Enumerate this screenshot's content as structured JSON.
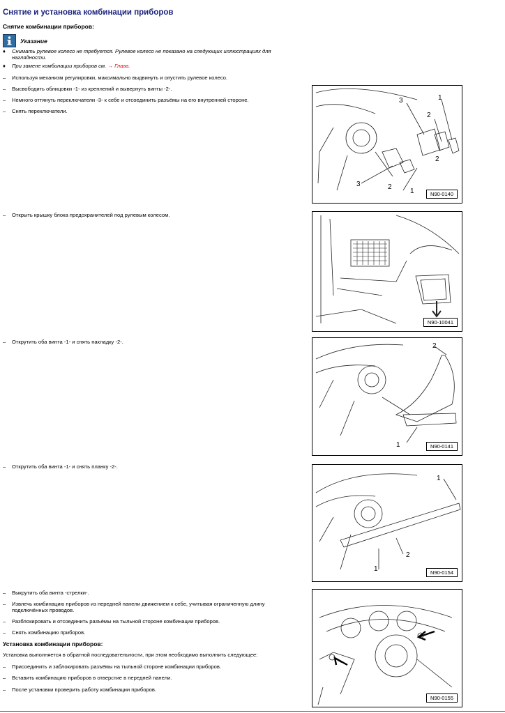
{
  "doc": {
    "title": "Снятие и установка комбинации приборов",
    "removal_heading": "Снятие комбинации приборов:",
    "note_label": "Указание",
    "notes": [
      "Снимать рулевое колесо не требуется. Рулевое колесо не показано на следующих иллюстрациях для наглядности.",
      "При замене комбинации приборов см."
    ],
    "note_link": "→ Глава.",
    "steps_1": [
      "Используя механизм регулировки, максимально выдвинуть и опустить рулевое колесо.",
      "Высвободить облицовки -1- из креплений и вывернуть винты -2-.",
      "Немного оттянуть переключатели -3- к себе и отсоединить разъёмы на его внутренней стороне.",
      "Снять переключатели."
    ],
    "step_2": "Открыть крышку блока предохранителей под рулевым колесом.",
    "step_3": "Открутить оба винта -1- и снять накладку -2-.",
    "step_4": "Открутить оба винта -1- и снять планку -2-.",
    "steps_5": [
      "Выкрутить оба винта -стрелки-.",
      "Извлечь комбинацию приборов из передней панели движением к себе, учитывая ограниченную длину подключённых проводов.",
      "Разблокировать и отсоединить разъёмы на тыльной стороне комбинации приборов.",
      "Снять комбинацию приборов."
    ],
    "install_heading": "Установка комбинации приборов:",
    "install_intro": "Установка выполняется в обратной последовательности, при этом необходимо выполнить следующее:",
    "install_steps": [
      "Присоединить и заблокировать разъёмы на тыльной стороне комбинации приборов.",
      "Вставить комбинацию приборов в отверстие в передней панели.",
      "После установки проверить работу комбинации приборов."
    ],
    "dash": "–",
    "bullet": "♦"
  },
  "figures": [
    {
      "id": "N90-0140",
      "callouts": [
        "1",
        "2",
        "3",
        "2",
        "2",
        "3",
        "1"
      ]
    },
    {
      "id": "N90-10041",
      "callouts": []
    },
    {
      "id": "N90-0141",
      "callouts": [
        "2",
        "1"
      ]
    },
    {
      "id": "N90-0154",
      "callouts": [
        "1",
        "2",
        "1"
      ]
    },
    {
      "id": "N90-0155",
      "callouts": []
    }
  ],
  "colors": {
    "title": "#1a237e",
    "link": "#dd1111",
    "icon": "#2f6da3"
  }
}
